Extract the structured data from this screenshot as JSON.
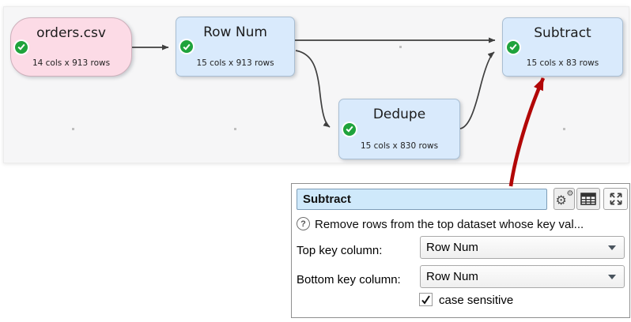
{
  "canvas": {
    "nodes": [
      {
        "title": "orders.csv",
        "subtitle": "14 cols x 913 rows",
        "kind": "input",
        "status": "ok"
      },
      {
        "title": "Row Num",
        "subtitle": "15 cols x 913 rows",
        "kind": "transform",
        "status": "ok"
      },
      {
        "title": "Dedupe",
        "subtitle": "15 cols x 830 rows",
        "kind": "transform",
        "status": "ok"
      },
      {
        "title": "Subtract",
        "subtitle": "15 cols x 83 rows",
        "kind": "transform",
        "status": "ok"
      }
    ]
  },
  "panel": {
    "name_field": {
      "value": "Subtract"
    },
    "toolbar": {
      "icons": [
        "gears-icon",
        "table-icon",
        "expand-icon"
      ]
    },
    "help": {
      "icon": "question-circle-icon",
      "text": "Remove rows from the top dataset whose key val..."
    },
    "fields": [
      {
        "label": "Top key column:",
        "value": "Row Num"
      },
      {
        "label": "Bottom key column:",
        "value": "Row Num"
      }
    ],
    "checkbox": {
      "label": "case sensitive",
      "checked": true
    }
  },
  "colors": {
    "input_node": "#fcdbe6",
    "transform_node": "#d9eafc",
    "status_ok": "#1fa33c",
    "connector": "#3f3f3f",
    "annotation_arrow": "#b20707",
    "name_field_bg": "#cfe9fb",
    "canvas_bg": "#f6f6f7"
  }
}
